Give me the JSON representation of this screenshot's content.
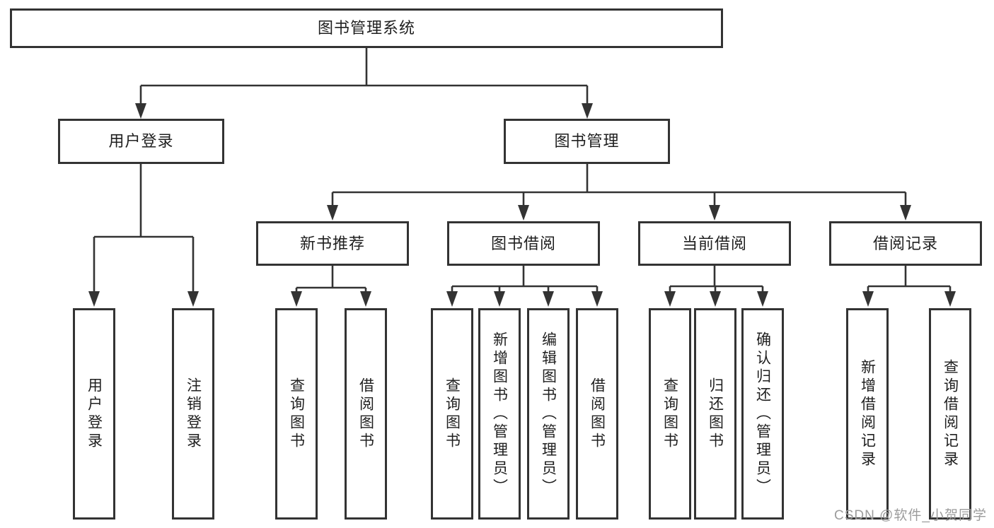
{
  "colors": {
    "ink": "#333333",
    "text": "#1f1f1f",
    "watermark": "#9c9c9c",
    "background": "#ffffff"
  },
  "watermark": {
    "text": "CSDN @软件_小贺同学"
  },
  "tree": {
    "root": {
      "label": "图书管理系统",
      "children": [
        {
          "label": "用户登录",
          "children": [
            {
              "label": "用户登录"
            },
            {
              "label": "注销登录"
            }
          ]
        },
        {
          "label": "图书管理",
          "children": [
            {
              "label": "新书推荐",
              "children": [
                {
                  "label": "查询图书"
                },
                {
                  "label": "借阅图书"
                }
              ]
            },
            {
              "label": "图书借阅",
              "children": [
                {
                  "label": "查询图书"
                },
                {
                  "label": "新增图书（管理员）"
                },
                {
                  "label": "编辑图书（管理员）"
                },
                {
                  "label": "借阅图书"
                }
              ]
            },
            {
              "label": "当前借阅",
              "children": [
                {
                  "label": "查询图书"
                },
                {
                  "label": "归还图书"
                },
                {
                  "label": "确认归还（管理员）"
                }
              ]
            },
            {
              "label": "借阅记录",
              "children": [
                {
                  "label": "新增借阅记录"
                },
                {
                  "label": "查询借阅记录"
                }
              ]
            }
          ]
        }
      ]
    }
  }
}
